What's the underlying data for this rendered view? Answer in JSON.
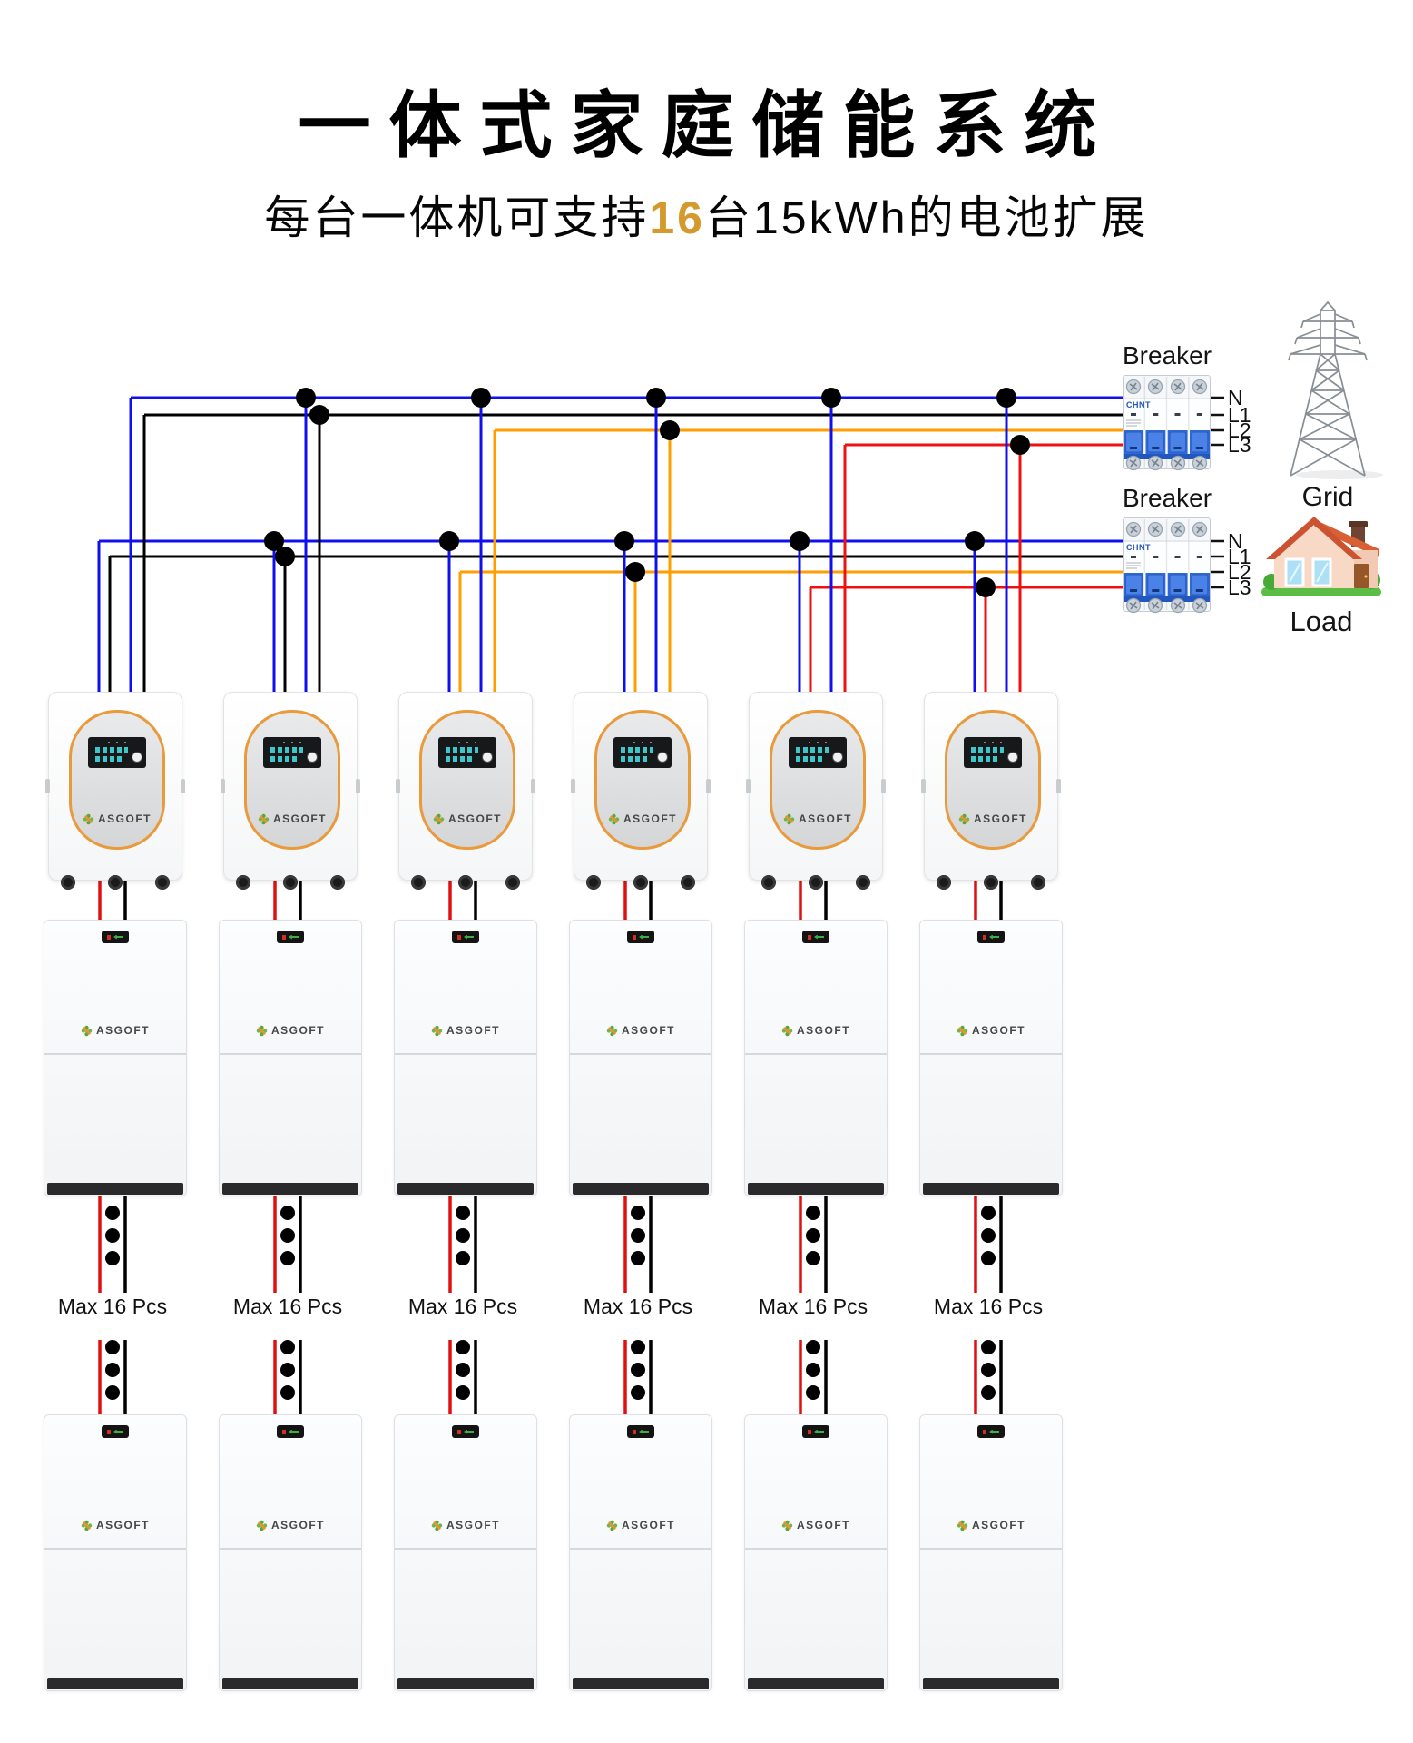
{
  "header": {
    "title": "一体式家庭储能系统",
    "subtitle_prefix": "每台一体机可支持",
    "subtitle_highlight": "16",
    "subtitle_suffix": "台15kWh的电池扩展"
  },
  "labels": {
    "breaker_top": "Breaker",
    "breaker_bottom": "Breaker",
    "grid": "Grid",
    "load": "Load",
    "max_pcs": "Max 16 Pcs",
    "wire_names": [
      "N",
      "L1",
      "L2",
      "L3"
    ]
  },
  "brand": {
    "device": "ASGOFT",
    "breaker": "CHNT"
  },
  "colors": {
    "wire_n": "#1010EF",
    "wire_l1": "#000000",
    "wire_l2": "#FF9E00",
    "wire_l3": "#EF1111",
    "battery_positive": "#E01010",
    "battery_negative": "#000000",
    "subtitle_highlight": "#D49A2E",
    "inverter_accent": "#E89A3C"
  },
  "diagram": {
    "inverter_count": 6,
    "batteries_per_column": 2,
    "phase_assignment": [
      "L1",
      "L1",
      "L2",
      "L2",
      "L3",
      "L3"
    ]
  }
}
